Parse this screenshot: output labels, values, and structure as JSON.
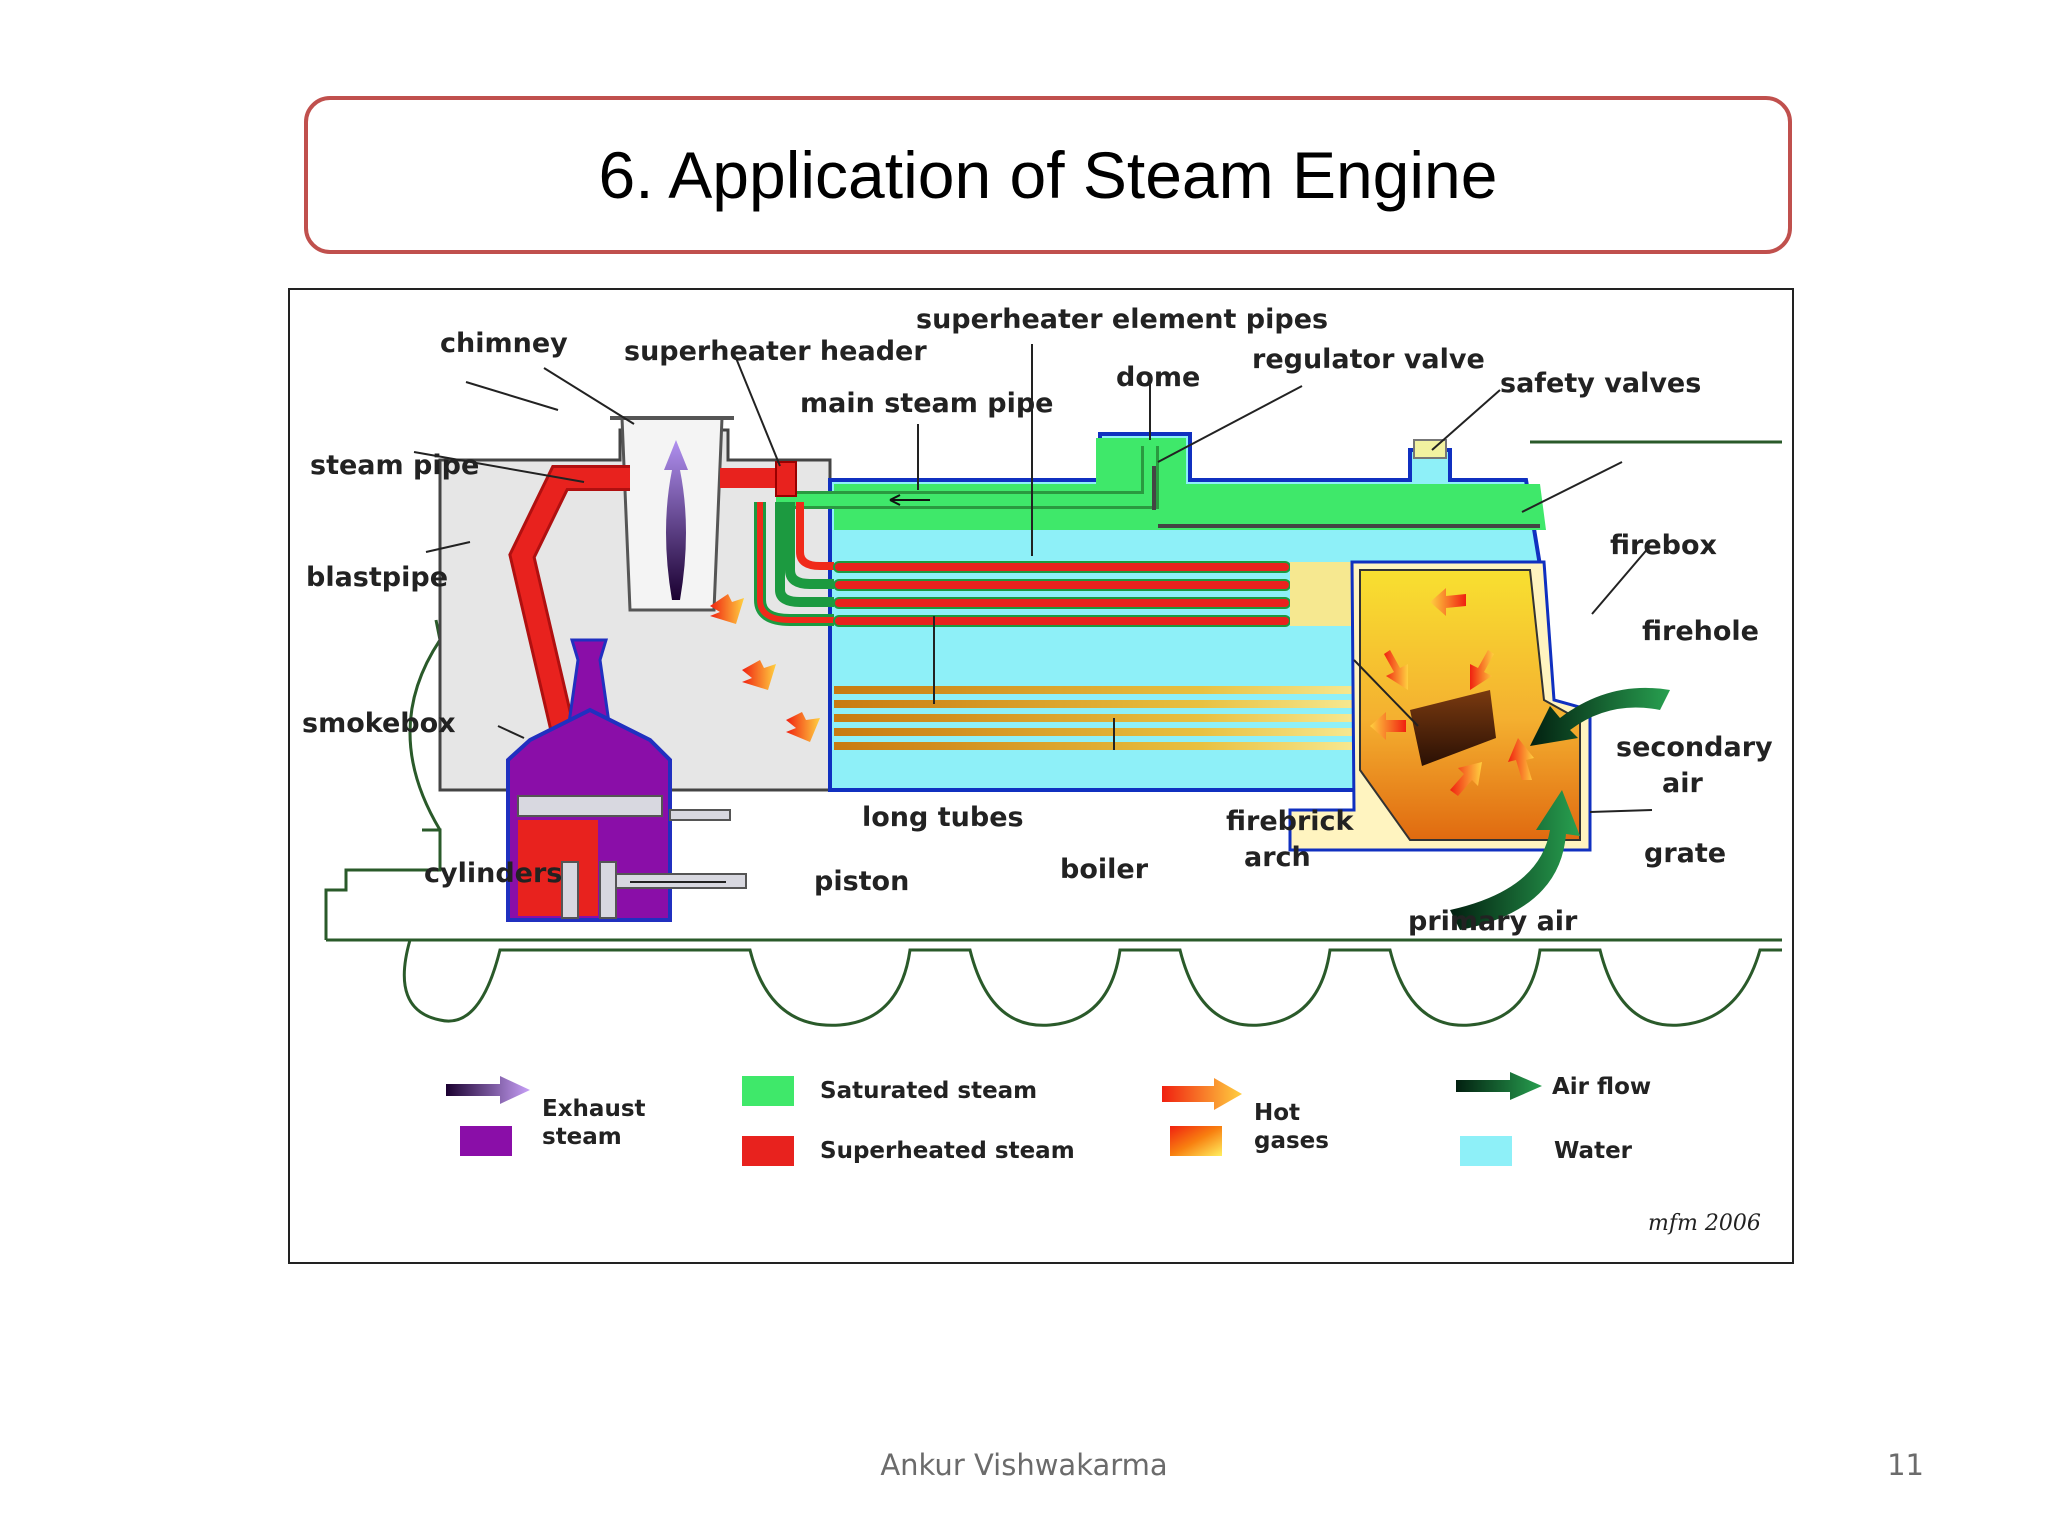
{
  "slide": {
    "title": "6. Application of Steam Engine",
    "footer_author": "Ankur Vishwakarma",
    "page_number": "11"
  },
  "diagram": {
    "labels": {
      "chimney": "chimney",
      "superheater_header": "superheater header",
      "superheater_element_pipes": "superheater element pipes",
      "main_steam_pipe": "main steam pipe",
      "dome": "dome",
      "regulator_valve": "regulator valve",
      "safety_valves": "safety valves",
      "steam_pipe": "steam pipe",
      "blastpipe": "blastpipe",
      "smokebox": "smokebox",
      "cylinders": "cylinders",
      "piston": "piston",
      "long_tubes": "long tubes",
      "boiler": "boiler",
      "firebrick_arch_1": "firebrick",
      "firebrick_arch_2": "arch",
      "firebox": "firebox",
      "firehole": "firehole",
      "secondary_air_1": "secondary",
      "secondary_air_2": "air",
      "grate": "grate",
      "primary_air": "primary air"
    },
    "legend": {
      "exhaust_steam_1": "Exhaust",
      "exhaust_steam_2": "steam",
      "saturated_steam": "Saturated steam",
      "superheated_steam": "Superheated steam",
      "hot_gases_1": "Hot",
      "hot_gases_2": "gases",
      "air_flow": "Air flow",
      "water": "Water"
    },
    "signature": "mfm 2006",
    "colors": {
      "exhaust": "#8a0ea8",
      "saturated": "#3fe86a",
      "superheated": "#e8221e",
      "water": "#8ef0f8",
      "hot_gases": "#f6a020",
      "air_flow": "#0c5e2a",
      "outline": "#2a5a2a",
      "smokebox": "#e6e6e6"
    }
  }
}
